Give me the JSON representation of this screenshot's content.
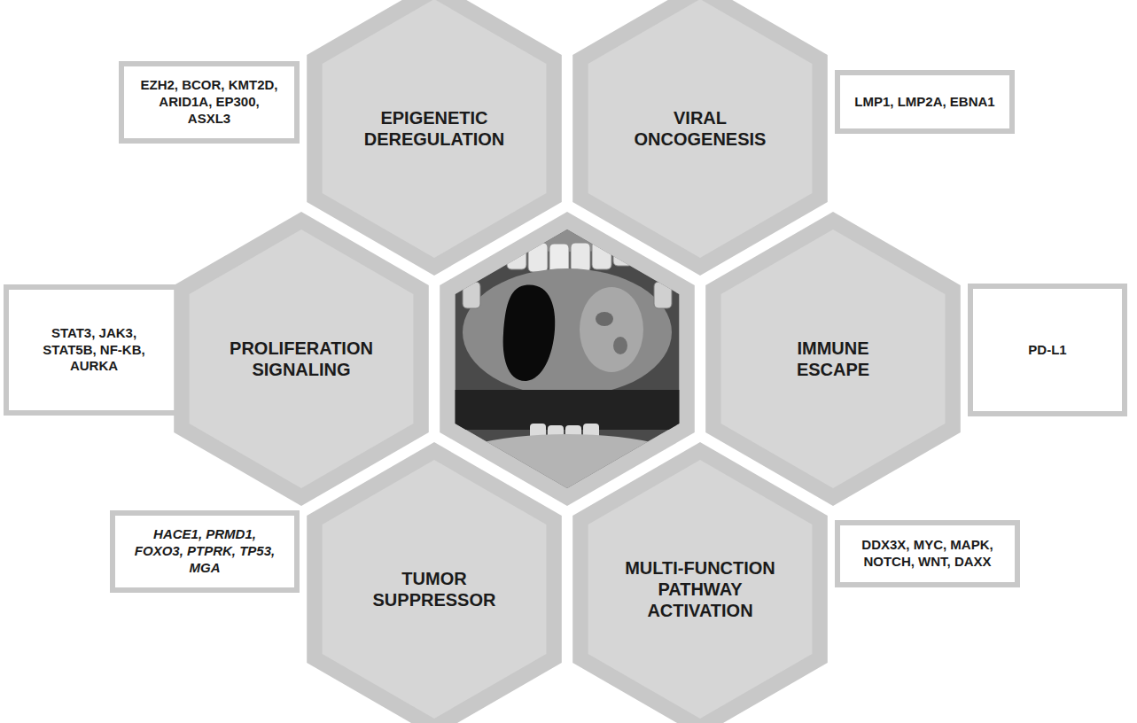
{
  "diagram": {
    "nodes": [
      {
        "text": [
          "EZH2, BCOR, KMT2D, ARID1A, EP300, ASXL3"
        ]
      },
      {
        "text": [
          "EPIGENETIC DEREGULATION"
        ]
      },
      {
        "text": [
          "VIRAL ONCOGENESIS"
        ]
      },
      {
        "text": [
          "LMP1, LMP2A, EBNA1"
        ]
      },
      {
        "text": [
          "STAT3, JAK3, STAT5B, NF-KB, AURKA"
        ]
      },
      {
        "text": [
          "PROLIFERATION SIGNALING"
        ]
      },
      {
        "text": [
          "IMMUNE ESCAPE"
        ]
      },
      {
        "text": [
          "PD-L1"
        ]
      },
      {
        "text": [
          "HACE1, PRMD1, FOXO3, PTPRK, TP53, MGA"
        ]
      },
      {
        "text": [
          "TUMOR SUPPRESSOR"
        ]
      },
      {
        "text": [
          "MULTI-FUNCTION PATHWAY ACTIVATION"
        ]
      },
      {
        "text": [
          "DDX3X, MYC, MAPK, NOTCH, WNT, DAXX"
        ]
      }
    ]
  }
}
